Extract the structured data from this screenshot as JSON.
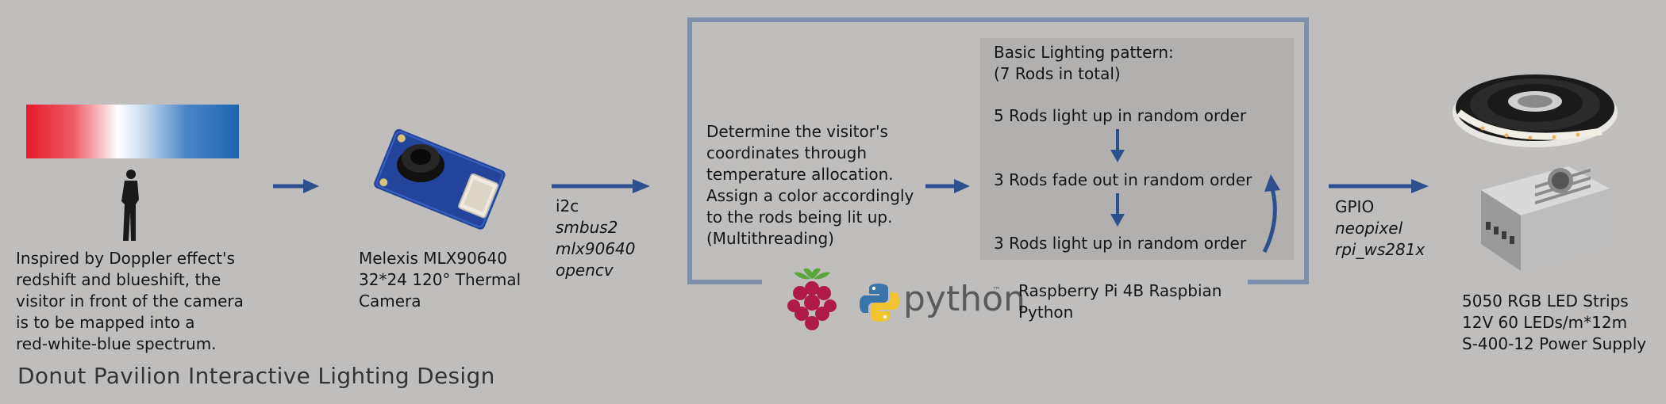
{
  "title": "Donut Pavilion Interactive Lighting Design",
  "input": {
    "description": "Inspired by Doppler effect's\nredshift and blueshift, the\nvisitor in front of the camera\nis to be mapped into a\nred-white-blue spectrum."
  },
  "sensor": {
    "label": "Melexis MLX90640\n32*24 120° Thermal\nCamera"
  },
  "link1": {
    "protocol": "i2c",
    "libs": "smbus2\nmlx90640\nopencv"
  },
  "processing": {
    "text": "Determine the visitor's\ncoordinates through\ntemperature allocation.\nAssign a color accordingly\nto the rods being lit up.\n(Multithreading)",
    "pattern_title": "Basic Lighting pattern:\n(7 Rods in total)",
    "steps": [
      "5 Rods light up in random order",
      "3 Rods fade out in random order",
      "3 Rods light up in random order"
    ],
    "platform": "Raspberry Pi 4B Raspbian\nPython",
    "python_logo_text": "python",
    "python_tm": "™"
  },
  "link2": {
    "protocol": "GPIO",
    "libs": "neopixel\nrpi_ws281x"
  },
  "output": {
    "label": "5050 RGB LED Strips\n12V 60 LEDs/m*12m\nS-400-12 Power Supply"
  },
  "colors": {
    "arrow": "#2e4f8e",
    "frame": "#7f8eab",
    "spectrum_red": "#e5192a",
    "spectrum_white": "#ffffff",
    "spectrum_blue": "#1e64b0"
  }
}
